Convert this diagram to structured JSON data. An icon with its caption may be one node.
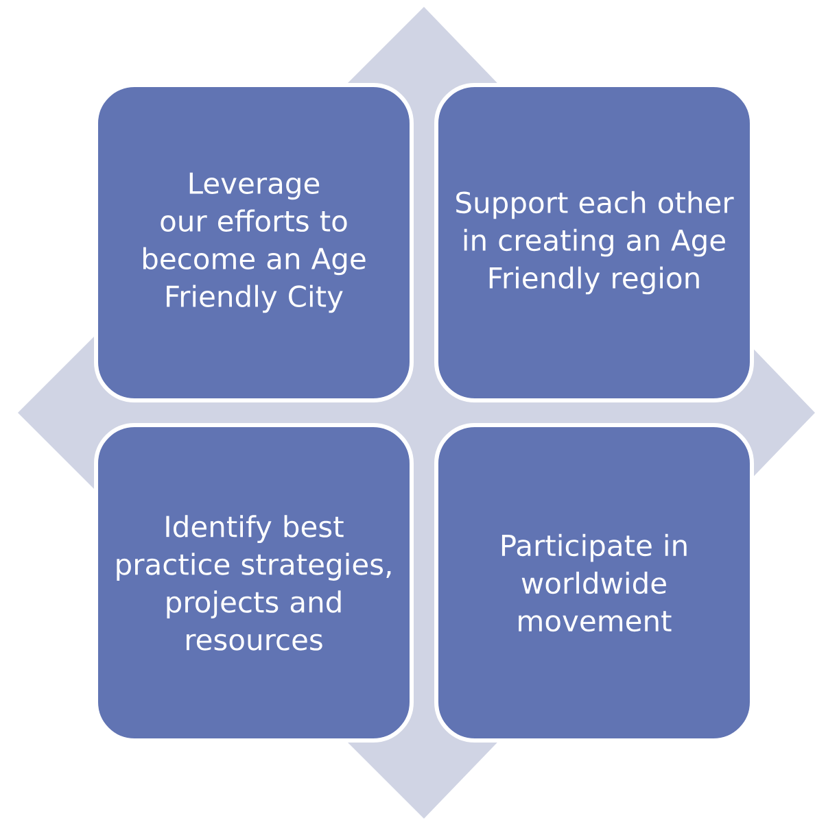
{
  "diagram": {
    "nodes": [
      {
        "text": [
          "Leverage our efforts to become an Age Friendly City"
        ]
      },
      {
        "text": [
          "Support each other in creating an Age Friendly region"
        ]
      },
      {
        "text": [
          "Identify best practice strategies, projects and resources"
        ]
      },
      {
        "text": [
          "Participate in worldwide movement"
        ]
      }
    ]
  }
}
